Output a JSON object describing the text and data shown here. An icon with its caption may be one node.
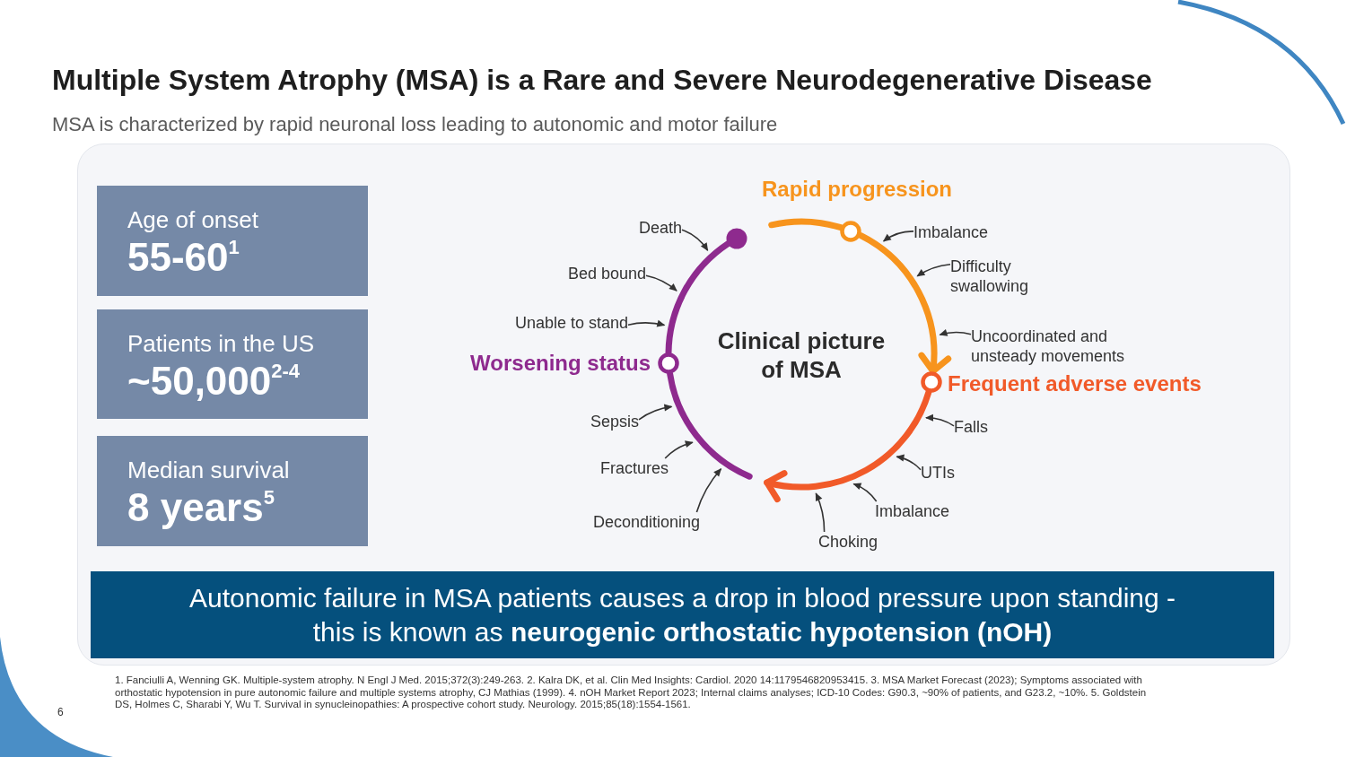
{
  "diagram": {
    "title": "Multiple System Atrophy (MSA) is a Rare and Severe Neurodegenerative Disease",
    "nodes": [
      {
        "text": [
          "Age of onset",
          "55-60$^{1}$"
        ]
      },
      {
        "text": [
          "Patients in the US",
          "~50,000$^{2-4}$"
        ]
      },
      {
        "text": [
          "Median survival",
          "8 years$^{5}$"
        ]
      },
      {
        "text": [],
        "shape": "circle",
        "beside": [
          "Rapid progression"
        ]
      },
      {
        "text": [],
        "shape": "circle"
      },
      {
        "text": [
          "Death"
        ]
      },
      {
        "text": [
          "Imbalance"
        ]
      },
      {
        "text": [
          "Bed bound"
        ]
      },
      {
        "text": [
          "Difficulty swallowing"
        ]
      },
      {
        "text": [
          "Unable to stand"
        ]
      },
      {
        "text": [
          "Uncoordinated and unsteady movements"
        ]
      },
      {
        "text": [
          "Clinical picture of MSA"
        ]
      },
      {
        "text": [],
        "shape": "circle",
        "beside": [
          "Worsening status"
        ]
      },
      {
        "text": [],
        "shape": "circle",
        "beside": [
          "Frequent adverse events"
        ]
      },
      {
        "text": [
          "Sepsis"
        ]
      },
      {
        "text": [
          "Falls"
        ]
      },
      {
        "text": [
          "Fractures"
        ]
      },
      {
        "text": [
          "UTIs"
        ]
      },
      {
        "text": [
          "Deconditioning"
        ]
      },
      {
        "text": [
          "Imbalance"
        ]
      },
      {
        "text": [
          "Choking"
        ]
      },
      {
        "text": [
          "Autonomic failure in MSA patients causes a drop in blood pressure upon standing - this is known as **neurogenic orthostatic hypotension (nOH)**"
        ]
      }
    ],
    "edges": [
      {
        "from": null,
        "to": 3,
        "arrow": "none",
        "style": "thick",
        "color": "#f7941d"
      },
      {
        "from": 3,
        "to": 13,
        "arrow": "to",
        "style": "thick",
        "color": "#f7941d"
      },
      {
        "from": 13,
        "to": null,
        "arrow": "to",
        "style": "thick",
        "color": "#f15a29"
      },
      {
        "from": null,
        "to": 12,
        "arrow": "none",
        "style": "thick",
        "color": "#8e2a8e"
      },
      {
        "from": 12,
        "to": 4,
        "arrow": "none",
        "style": "thick",
        "color": "#8e2a8e"
      },
      {
        "from": 5,
        "to": null,
        "arrow": "to"
      },
      {
        "from": 6,
        "to": null,
        "arrow": "to"
      },
      {
        "from": 7,
        "to": null,
        "arrow": "to"
      },
      {
        "from": 8,
        "to": null,
        "arrow": "to"
      },
      {
        "from": 9,
        "to": null,
        "arrow": "to"
      },
      {
        "from": 10,
        "to": null,
        "arrow": "to"
      },
      {
        "from": 14,
        "to": null,
        "arrow": "to"
      },
      {
        "from": 15,
        "to": null,
        "arrow": "to"
      },
      {
        "from": 16,
        "to": null,
        "arrow": "to"
      },
      {
        "from": 17,
        "to": null,
        "arrow": "to"
      },
      {
        "from": 18,
        "to": null,
        "arrow": "to"
      },
      {
        "from": 19,
        "to": null,
        "arrow": "to"
      },
      {
        "from": 20,
        "to": null,
        "arrow": "to"
      }
    ],
    "labels": [
      "MSA is characterized by rapid neuronal loss leading to autonomic and motor failure",
      "6",
      "1. Fanciulli A, Wenning GK. Multiple-system atrophy. N Engl J Med. 2015;372(3):249-263. 2. Kalra DK, et al. Clin Med Insights: Cardiol. 2020 14:1179546820953415. 3. MSA Market Forecast (2023); Symptoms associated with orthostatic hypotension in pure autonomic failure and multiple systems atrophy, CJ Mathias (1999). 4. nOH Market Report 2023; Internal claims analyses; ICD-10 Codes: G90.3, ~90% of patients, and G23.2, ~10%. 5. Goldstein DS, Holmes C, Sharabi Y, Wu T. Survival in synucleinopathies: A prospective cohort study. Neurology. 2015;85(18):1554-1561."
    ]
  }
}
